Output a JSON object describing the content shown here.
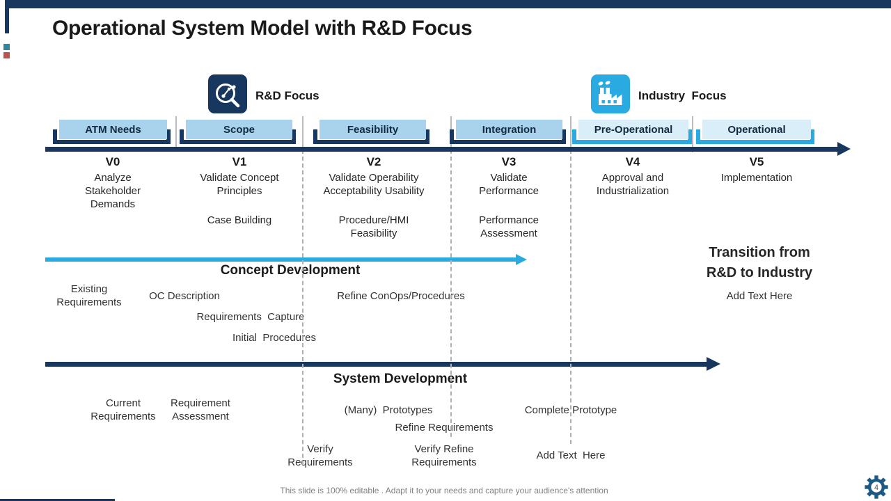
{
  "slide": {
    "title": "Operational System Model with R&D Focus",
    "footer": "This slide is 100% editable . Adapt it to your needs and capture your audience's attention",
    "page_number": "4"
  },
  "colors": {
    "navy": "#17375E",
    "cyan": "#29ABE2",
    "box_blue": "#A9D2ED",
    "box_light_blue": "#D9EEF9",
    "accent_teal": "#31859C",
    "accent_red": "#C0504D"
  },
  "legend": {
    "rd_label": "R&D Focus",
    "industry_label": "Industry  Focus"
  },
  "phases": [
    {
      "box_label": "ATM Needs",
      "version": "V0",
      "desc_top": "Analyze\nStakeholder\nDemands",
      "desc_bottom": ""
    },
    {
      "box_label": "Scope",
      "version": "V1",
      "desc_top": "Validate Concept\nPrinciples",
      "desc_bottom": "Case Building"
    },
    {
      "box_label": "Feasibility",
      "version": "V2",
      "desc_top": "Validate Operability\nAcceptability Usability",
      "desc_bottom": "Procedure/HMI\nFeasibility"
    },
    {
      "box_label": "Integration",
      "version": "V3",
      "desc_top": "Validate\nPerformance",
      "desc_bottom": "Performance\nAssessment"
    },
    {
      "box_label": "Pre-Operational",
      "version": "V4",
      "desc_top": "Approval and\nIndustrialization",
      "desc_bottom": ""
    },
    {
      "box_label": "Operational",
      "version": "V5",
      "desc_top": "Implementation",
      "desc_bottom": ""
    }
  ],
  "concept_development": {
    "title": "Concept Development",
    "existing_requirements": "Existing\nRequirements",
    "oc_description": "OC Description",
    "refine_conops": "Refine ConOps/Procedures",
    "requirements_capture": "Requirements  Capture",
    "initial_procedures": "Initial  Procedures"
  },
  "transition": {
    "title": "Transition from\nR&D to Industry",
    "placeholder": "Add Text Here"
  },
  "system_development": {
    "title": "System Development",
    "current_requirements": "Current\nRequirements",
    "requirement_assessment": "Requirement\nAssessment",
    "many_prototypes": "(Many)  Prototypes",
    "complete_prototype": "Complete Prototype",
    "refine_requirements": "Refine Requirements",
    "verify_requirements": "Verify\nRequirements",
    "verify_refine_requirements": "Verify Refine\nRequirements",
    "placeholder": "Add Text  Here"
  }
}
